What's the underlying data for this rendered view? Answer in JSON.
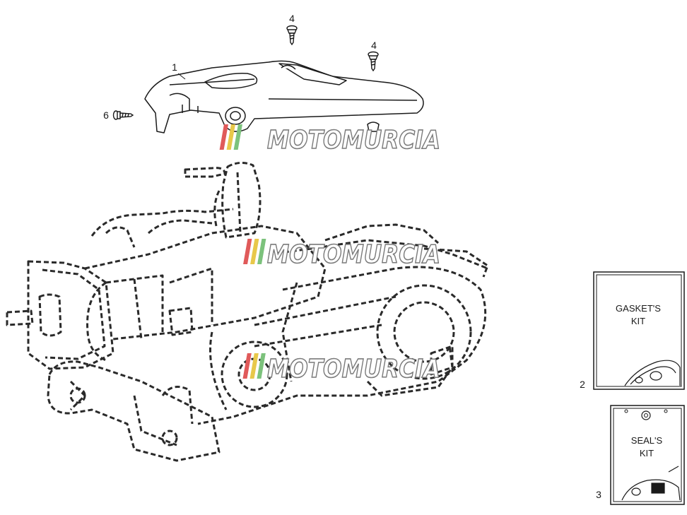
{
  "callouts": [
    {
      "id": "callout-4a",
      "text": "4"
    },
    {
      "id": "callout-4b",
      "text": "4"
    },
    {
      "id": "callout-1",
      "text": "1"
    },
    {
      "id": "callout-6",
      "text": "6"
    },
    {
      "id": "callout-2",
      "text": "2"
    },
    {
      "id": "callout-3",
      "text": "3"
    }
  ],
  "kits": {
    "gasket": {
      "line1": "GASKET'S",
      "line2": "KIT",
      "number": "2"
    },
    "seal": {
      "line1": "SEAL'S",
      "line2": "KIT",
      "number": "3"
    }
  },
  "watermark": {
    "text": "MOTOMURCIA"
  },
  "colors": {
    "line": "#1a1a1a",
    "dashed": "#2a2a2a",
    "watermark_fill": "#ffffff",
    "watermark_stroke": "#7a7a7a",
    "watermark_stripe_red": "#e05a5a",
    "watermark_stripe_yellow": "#e8c84a",
    "watermark_stripe_green": "#7cc27c"
  }
}
